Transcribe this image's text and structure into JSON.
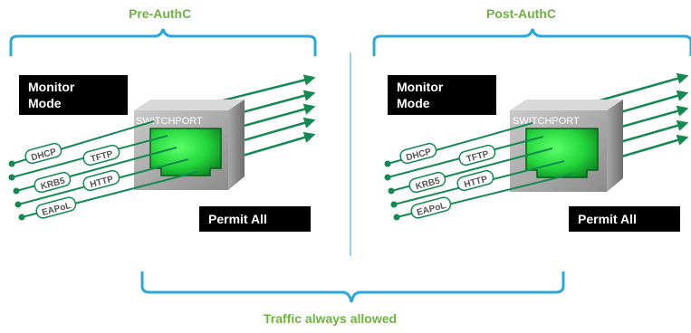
{
  "left_panel": {
    "title": "Pre-AuthC",
    "mode_line1": "Monitor",
    "mode_line2": "Mode",
    "policy": "Permit All",
    "switch_label": "SWITCHPORT",
    "protocols": [
      "DHCP",
      "TFTP",
      "KRB5",
      "HTTP",
      "EAPoL"
    ]
  },
  "right_panel": {
    "title": "Post-AuthC",
    "mode_line1": "Monitor",
    "mode_line2": "Mode",
    "policy": "Permit All",
    "switch_label": "SWITCHPORT",
    "protocols": [
      "DHCP",
      "TFTP",
      "KRB5",
      "HTTP",
      "EAPoL"
    ]
  },
  "footer": {
    "caption": "Traffic always allowed"
  },
  "colors": {
    "title_green": "#6cb33f",
    "brace_blue": "#2aa8d8",
    "arrow_green": "#138a52",
    "port_green": "#22d43a"
  }
}
